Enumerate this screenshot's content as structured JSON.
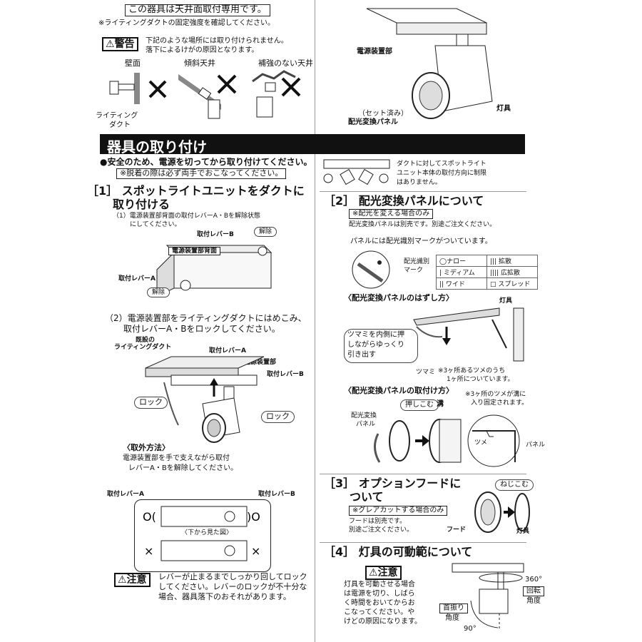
{
  "top": {
    "ceiling_only": "この器具は天井面取付専用です。",
    "duct_note": "※ライティングダクトの固定強度を確認してください。",
    "warning_label": "警告",
    "warning_text_1": "下記のような場所には取り付けられません。",
    "warning_text_2": "落下によるけがの原因となります。",
    "places": [
      "壁面",
      "傾斜天井",
      "補強のない天井"
    ],
    "duct_label_1": "ライティング",
    "duct_label_2": "ダクト"
  },
  "fixture_diagram": {
    "power_unit": "電源装置部",
    "lamp": "灯具",
    "panel_1": "（セット済み）",
    "panel_2": "配光変換パネル"
  },
  "section": {
    "title": "器具の取り付け",
    "safety_note": "●安全のため、電源を切ってから取り付けてください。",
    "detach_note": "※脱着の際は必ず両手でおこなってください。"
  },
  "step1": {
    "title_1": "［1］ スポットライトユニットをダクトに",
    "title_2": "取り付ける",
    "sub1_1": "（1）電源装置部背面の取付レバーA・Bを解除状態",
    "sub1_2": "にしてください。",
    "lever_b": "取付レバーB",
    "release_b": "解除",
    "back_label": "電源装置部背面",
    "lever_a": "取付レバーA",
    "release_a": "解除",
    "sub2_1": "（2）電源装置部をライティングダクトにはめこみ、",
    "sub2_2": "取付レバーA・Bをロックしてください。",
    "existing_1": "既設の",
    "existing_2": "ライティングダクト",
    "lever_a2": "取付レバーA",
    "power_unit2": "電源装置部",
    "lever_b2": "取付レバーB",
    "lock_left": "ロック",
    "lock_right": "ロック",
    "removal_title": "〈取外方法〉",
    "removal_1": "電源装置部を手で支えながら取付",
    "removal_2": "レバーA・Bを解除してください。",
    "bottom_lever_a": "取付レバーA",
    "bottom_lever_b": "取付レバーB",
    "bottom_view": "〈下から見た図〉",
    "caution_label": "注意",
    "caution_1": "レバーが止まるまでしっかり回してロック",
    "caution_2": "してください。レバーのロックが不十分な",
    "caution_3": "場合、器具落下のおそれがあります。"
  },
  "duct_direction": {
    "text_1": "ダクトに対してスポットライト",
    "text_2": "ユニット本体の取付方向に制限",
    "text_3": "はありません。"
  },
  "step2": {
    "title": "［2］ 配光変換パネルについて",
    "condition": "※配光を変える場合のみ",
    "sold_separately": "配光変換パネルは別売です。別途ご注文ください。",
    "mark_note": "パネルには配光識別マークがついています。",
    "mark_label_1": "配光識別",
    "mark_label_2": "マーク",
    "marks": [
      [
        "◯ナロー",
        "||| 拡散"
      ],
      [
        "| ミディアム",
        "|||| 広拡散"
      ],
      [
        "|| ワイド",
        "□ スプレッド"
      ]
    ],
    "remove_title": "〈配光変換パネルのはずし方〉",
    "lamp": "灯具",
    "push_1": "ツマミを内側に押",
    "push_2": "しながらゆっくり",
    "push_3": "引き出す",
    "knob": "ツマミ",
    "knob_note_1": "※3ヶ所あるツメのうち",
    "knob_note_2": "1ヶ所についています。",
    "attach_title": "〈配光変換パネルの取付け方〉",
    "attach_note_1": "※3ヶ所のツメが溝に",
    "attach_note_2": "入り固定されます。",
    "push_in": "押しこむ",
    "groove": "溝",
    "panel_1": "配光変換",
    "panel_2": "パネル",
    "claw": "ツメ",
    "panel": "パネル"
  },
  "step3": {
    "title_1": "［3］ オプションフードに",
    "title_2": "ついて",
    "condition": "※グレアカットする場合のみ",
    "sold_1": "フードは別売です。",
    "sold_2": "別途ご注文ください。",
    "screw_in": "ねじこむ",
    "hood": "フード",
    "lamp": "灯具"
  },
  "step4": {
    "title": "［4］ 灯具の可動範について",
    "caution_label": "注意",
    "text": [
      "灯具を可動させる場合",
      "は電源を切り、しばら",
      "く時間をおいてからお",
      "こなってください。や",
      "けどの原因になります。"
    ],
    "angle_360": "360°",
    "rotation_1": "回転",
    "rotation_2": "角度",
    "tilt_1": "首振り",
    "tilt_2": "角度",
    "angle_90": "90°"
  }
}
